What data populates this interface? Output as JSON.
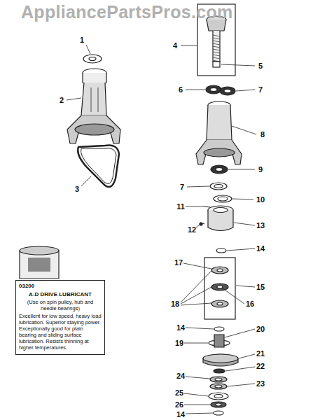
{
  "diagram": {
    "nodes": [
      {
        "text": [
          "03200",
          "A-D DRIVE LUBRICANT",
          "(Use on spin pulley, hub and needle bearings)",
          "Excellent for low speed, heavy load lubrication. Superior staying power. Exceptionally good for plain bearing and sliding surface lubrication. Resists thinning at higher temperatures."
        ]
      }
    ],
    "labels": [
      "AppliancePartsPros.com",
      "1",
      "2",
      "3",
      "4",
      "5",
      "6",
      "7",
      "8",
      "9",
      "7",
      "10",
      "11",
      "12",
      "13",
      "14",
      "17",
      "18",
      "15",
      "16",
      "14",
      "20",
      "19",
      "21",
      "22",
      "24",
      "23",
      "25",
      "26",
      "14"
    ]
  }
}
